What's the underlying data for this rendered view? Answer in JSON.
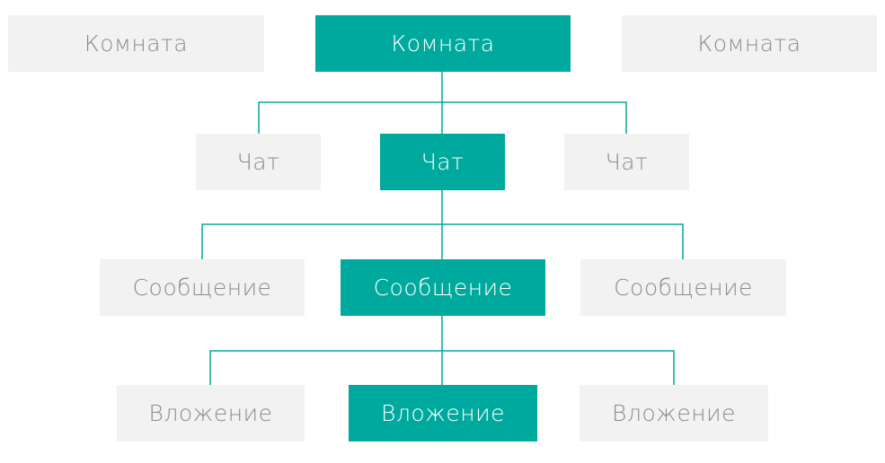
{
  "colors": {
    "accent": "#00a99d",
    "node_bg": "#f2f2f2",
    "node_text": "#8c8c8c",
    "active_text": "#ffffff",
    "connector": "#00a99d"
  },
  "levels": {
    "room": {
      "left": "Комната",
      "center": "Комната",
      "right": "Комната"
    },
    "chat": {
      "left": "Чат",
      "center": "Чат",
      "right": "Чат"
    },
    "message": {
      "left": "Сообщение",
      "center": "Сообщение",
      "right": "Сообщение"
    },
    "attachment": {
      "left": "Вложение",
      "center": "Вложение",
      "right": "Вложение"
    }
  }
}
